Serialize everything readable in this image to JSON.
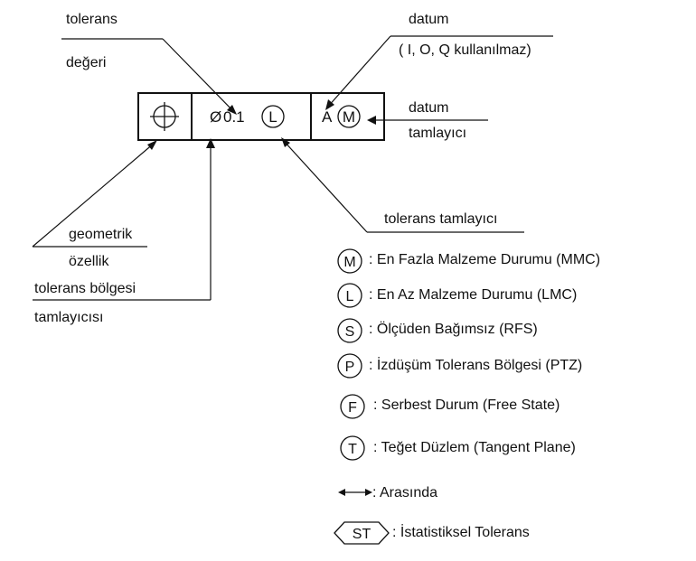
{
  "labels": {
    "tolerance_value_1": "tolerans",
    "tolerance_value_2": "değeri",
    "datum_1": "datum",
    "datum_2": "( I, O, Q kullanılmaz)",
    "datum_mod_1": "datum",
    "datum_mod_2": "tamlayıcı",
    "tol_modifier": "tolerans tamlayıcı",
    "geom_1": "geometrik",
    "geom_2": "özellik",
    "zone_1": "tolerans bölgesi",
    "zone_2": "tamlayıcısı"
  },
  "frame": {
    "symbol_icon": "position-icon",
    "diameter": "Ø",
    "value": "0.1",
    "modifier": "L",
    "datum_letter": "A",
    "datum_modifier": "M"
  },
  "legend": [
    {
      "symbol": "M",
      "text": ": En Fazla Malzeme Durumu (MMC)"
    },
    {
      "symbol": "L",
      "text": ":  En Az Malzeme Durumu (LMC)"
    },
    {
      "symbol": "S",
      "text": ": Ölçüden Bağımsız (RFS)"
    },
    {
      "symbol": "P",
      "text": ": İzdüşüm Tolerans Bölgesi (PTZ)"
    },
    {
      "symbol": "F",
      "text": ": Serbest Durum (Free State)"
    },
    {
      "symbol": "T",
      "text": ": Teğet Düzlem (Tangent Plane)"
    },
    {
      "symbol": "between-arrow-icon",
      "text": ": Arasında"
    },
    {
      "symbol": "ST",
      "text": ": İstatistiksel Tolerans"
    }
  ]
}
